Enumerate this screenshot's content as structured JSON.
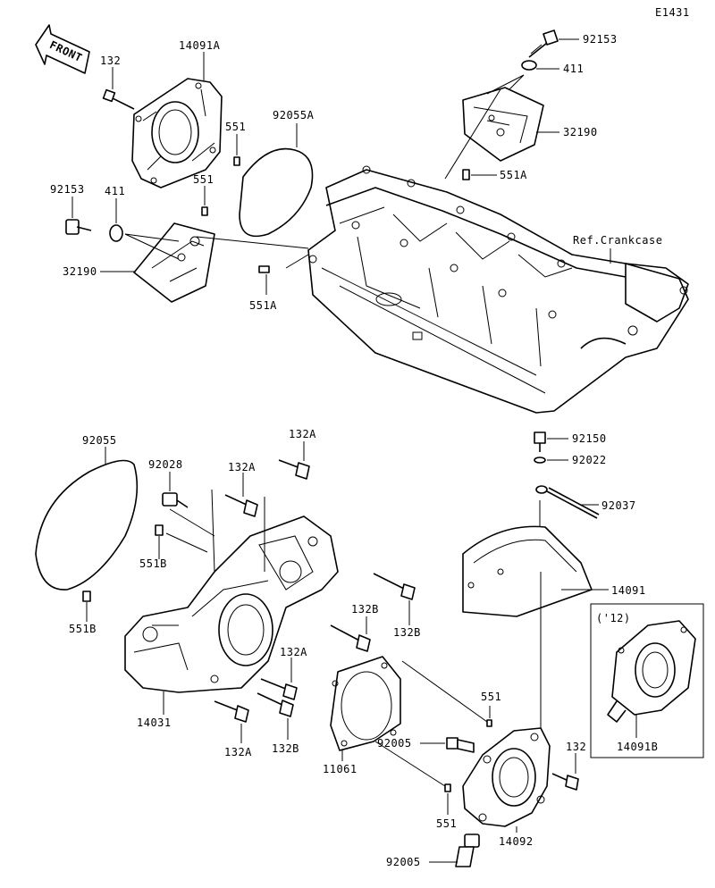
{
  "diagram_id": "E1431",
  "front_arrow": {
    "label": "FRONT"
  },
  "reference_label": "Ref.Crankcase",
  "inset_label": "('12)",
  "labels": {
    "p132_top": "132",
    "p14091A": "14091A",
    "p92153_top": "92153",
    "p411_top": "411",
    "p32190_right": "32190",
    "p551_upper1": "551",
    "p551_upper2": "551",
    "p92055A": "92055A",
    "p551A_right": "551A",
    "p92153_left": "92153",
    "p411_left": "411",
    "p32190_left": "32190",
    "p551A_left": "551A",
    "p92055": "92055",
    "p92028": "92028",
    "p132A_1": "132A",
    "p132A_2": "132A",
    "p551B_1": "551B",
    "p551B_2": "551B",
    "p132B_1": "132B",
    "p132B_2": "132B",
    "p132A_3": "132A",
    "p14031": "14031",
    "p132A_4": "132A",
    "p132B_3": "132B",
    "p92150": "92150",
    "p92022": "92022",
    "p92037": "92037",
    "p14091": "14091",
    "p14091B": "14091B",
    "p551_lower1": "551",
    "p92005_1": "92005",
    "p11061": "11061",
    "p132_right": "132",
    "p551_lower2": "551",
    "p14092": "14092",
    "p92005_2": "92005"
  }
}
